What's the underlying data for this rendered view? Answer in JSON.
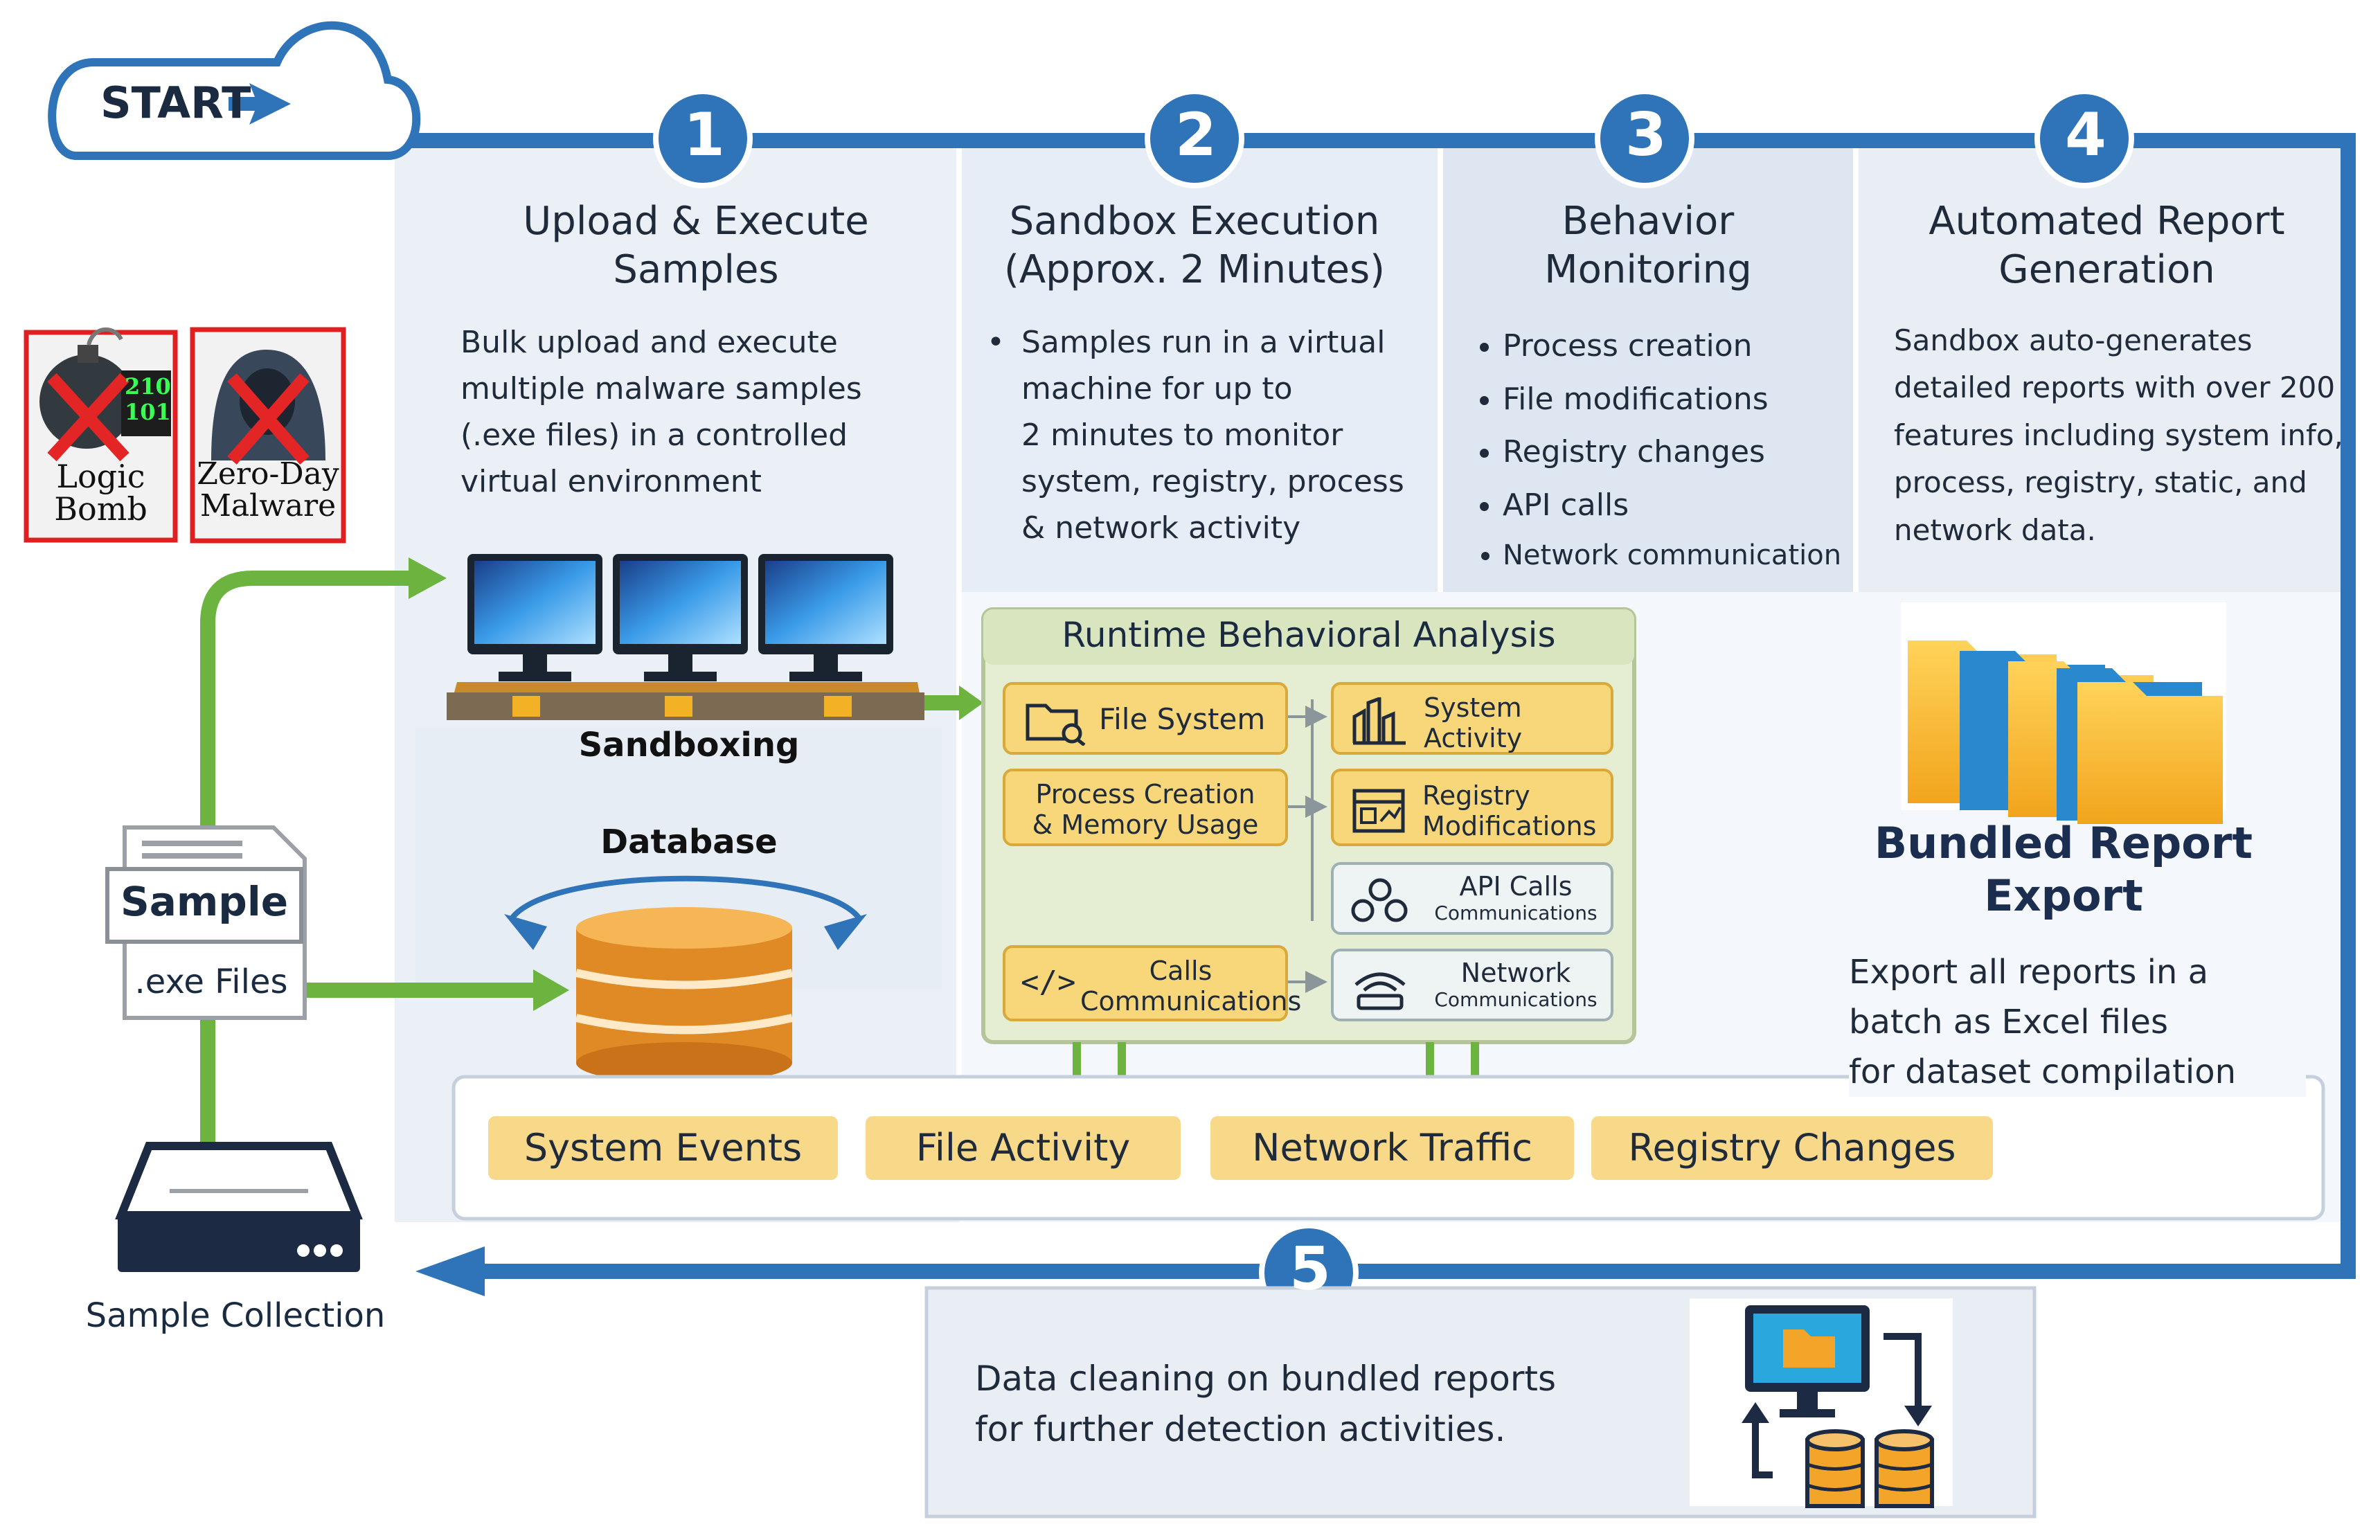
{
  "start": "START",
  "steps": [
    {
      "number": "1",
      "title_line1": "Upload & Execute",
      "title_line2": "Samples",
      "body": [
        "Bulk upload and execute",
        "multiple malware samples",
        "(.exe files) in a controlled",
        "virtual environment"
      ]
    },
    {
      "number": "2",
      "title_line1": "Sandbox Execution",
      "title_line2": "(Approx. 2 Minutes)",
      "bullet": [
        "Samples run in a virtual",
        "machine for up to",
        "2 minutes to monitor",
        "system, registry, process",
        "& network activity"
      ]
    },
    {
      "number": "3",
      "title_line1": "Behavior",
      "title_line2": "Monitoring",
      "bullets": [
        "Process creation",
        "File modifications",
        "Registry changes",
        "API calls",
        "Network communication"
      ]
    },
    {
      "number": "4",
      "title_line1": "Automated Report",
      "title_line2": "Generation",
      "body": [
        "Sandbox auto-generates",
        "detailed reports with over 200",
        "features including system info,",
        "process, registry, static, and",
        "network data."
      ]
    }
  ],
  "malware": {
    "logic_bomb": {
      "line1": "Logic",
      "line2": "Bomb",
      "code1": "210",
      "code2": "101"
    },
    "zero_day": {
      "line1": "Zero-Day",
      "line2": "Malware"
    }
  },
  "sandboxing_label": "Sandboxing",
  "database_label": "Database",
  "sample": {
    "title": "Sample",
    "subtitle": ".exe Files"
  },
  "sample_collection": "Sample Collection",
  "runtime": {
    "title": "Runtime Behavioral Analysis",
    "left": [
      {
        "name": "file-system",
        "line1": "File System",
        "line2": ""
      },
      {
        "name": "process-memory",
        "line1": "Process Creation",
        "line2": "& Memory Usage"
      },
      {
        "name": "calls",
        "line1": "Calls",
        "line2": "Communications"
      }
    ],
    "right": [
      {
        "name": "system-activity",
        "line1": "System",
        "line2": "Activity"
      },
      {
        "name": "registry-mod",
        "line1": "Registry",
        "line2": "Modifications"
      },
      {
        "name": "api-calls",
        "line1": "API Calls",
        "line2": "Communications"
      },
      {
        "name": "network",
        "line1": "Network",
        "line2": "Communications"
      }
    ]
  },
  "bundled": {
    "title_line1": "Bundled Report",
    "title_line2": "Export",
    "body": [
      "Export all reports in a",
      "batch as Excel files",
      "for dataset compilation"
    ]
  },
  "tags": [
    "System Events",
    "File Activity",
    "Network Traffic",
    "Registry Changes"
  ],
  "step5": {
    "number": "5",
    "body": [
      "Data cleaning on bundled reports",
      "for further detection activities."
    ]
  },
  "colors": {
    "blue": "#2f73b8",
    "green": "#6db33f",
    "panel": "#e9eef5",
    "panel_dark": "#dde6f1",
    "yellow": "#f8d77a",
    "orange": "#e0902a"
  }
}
